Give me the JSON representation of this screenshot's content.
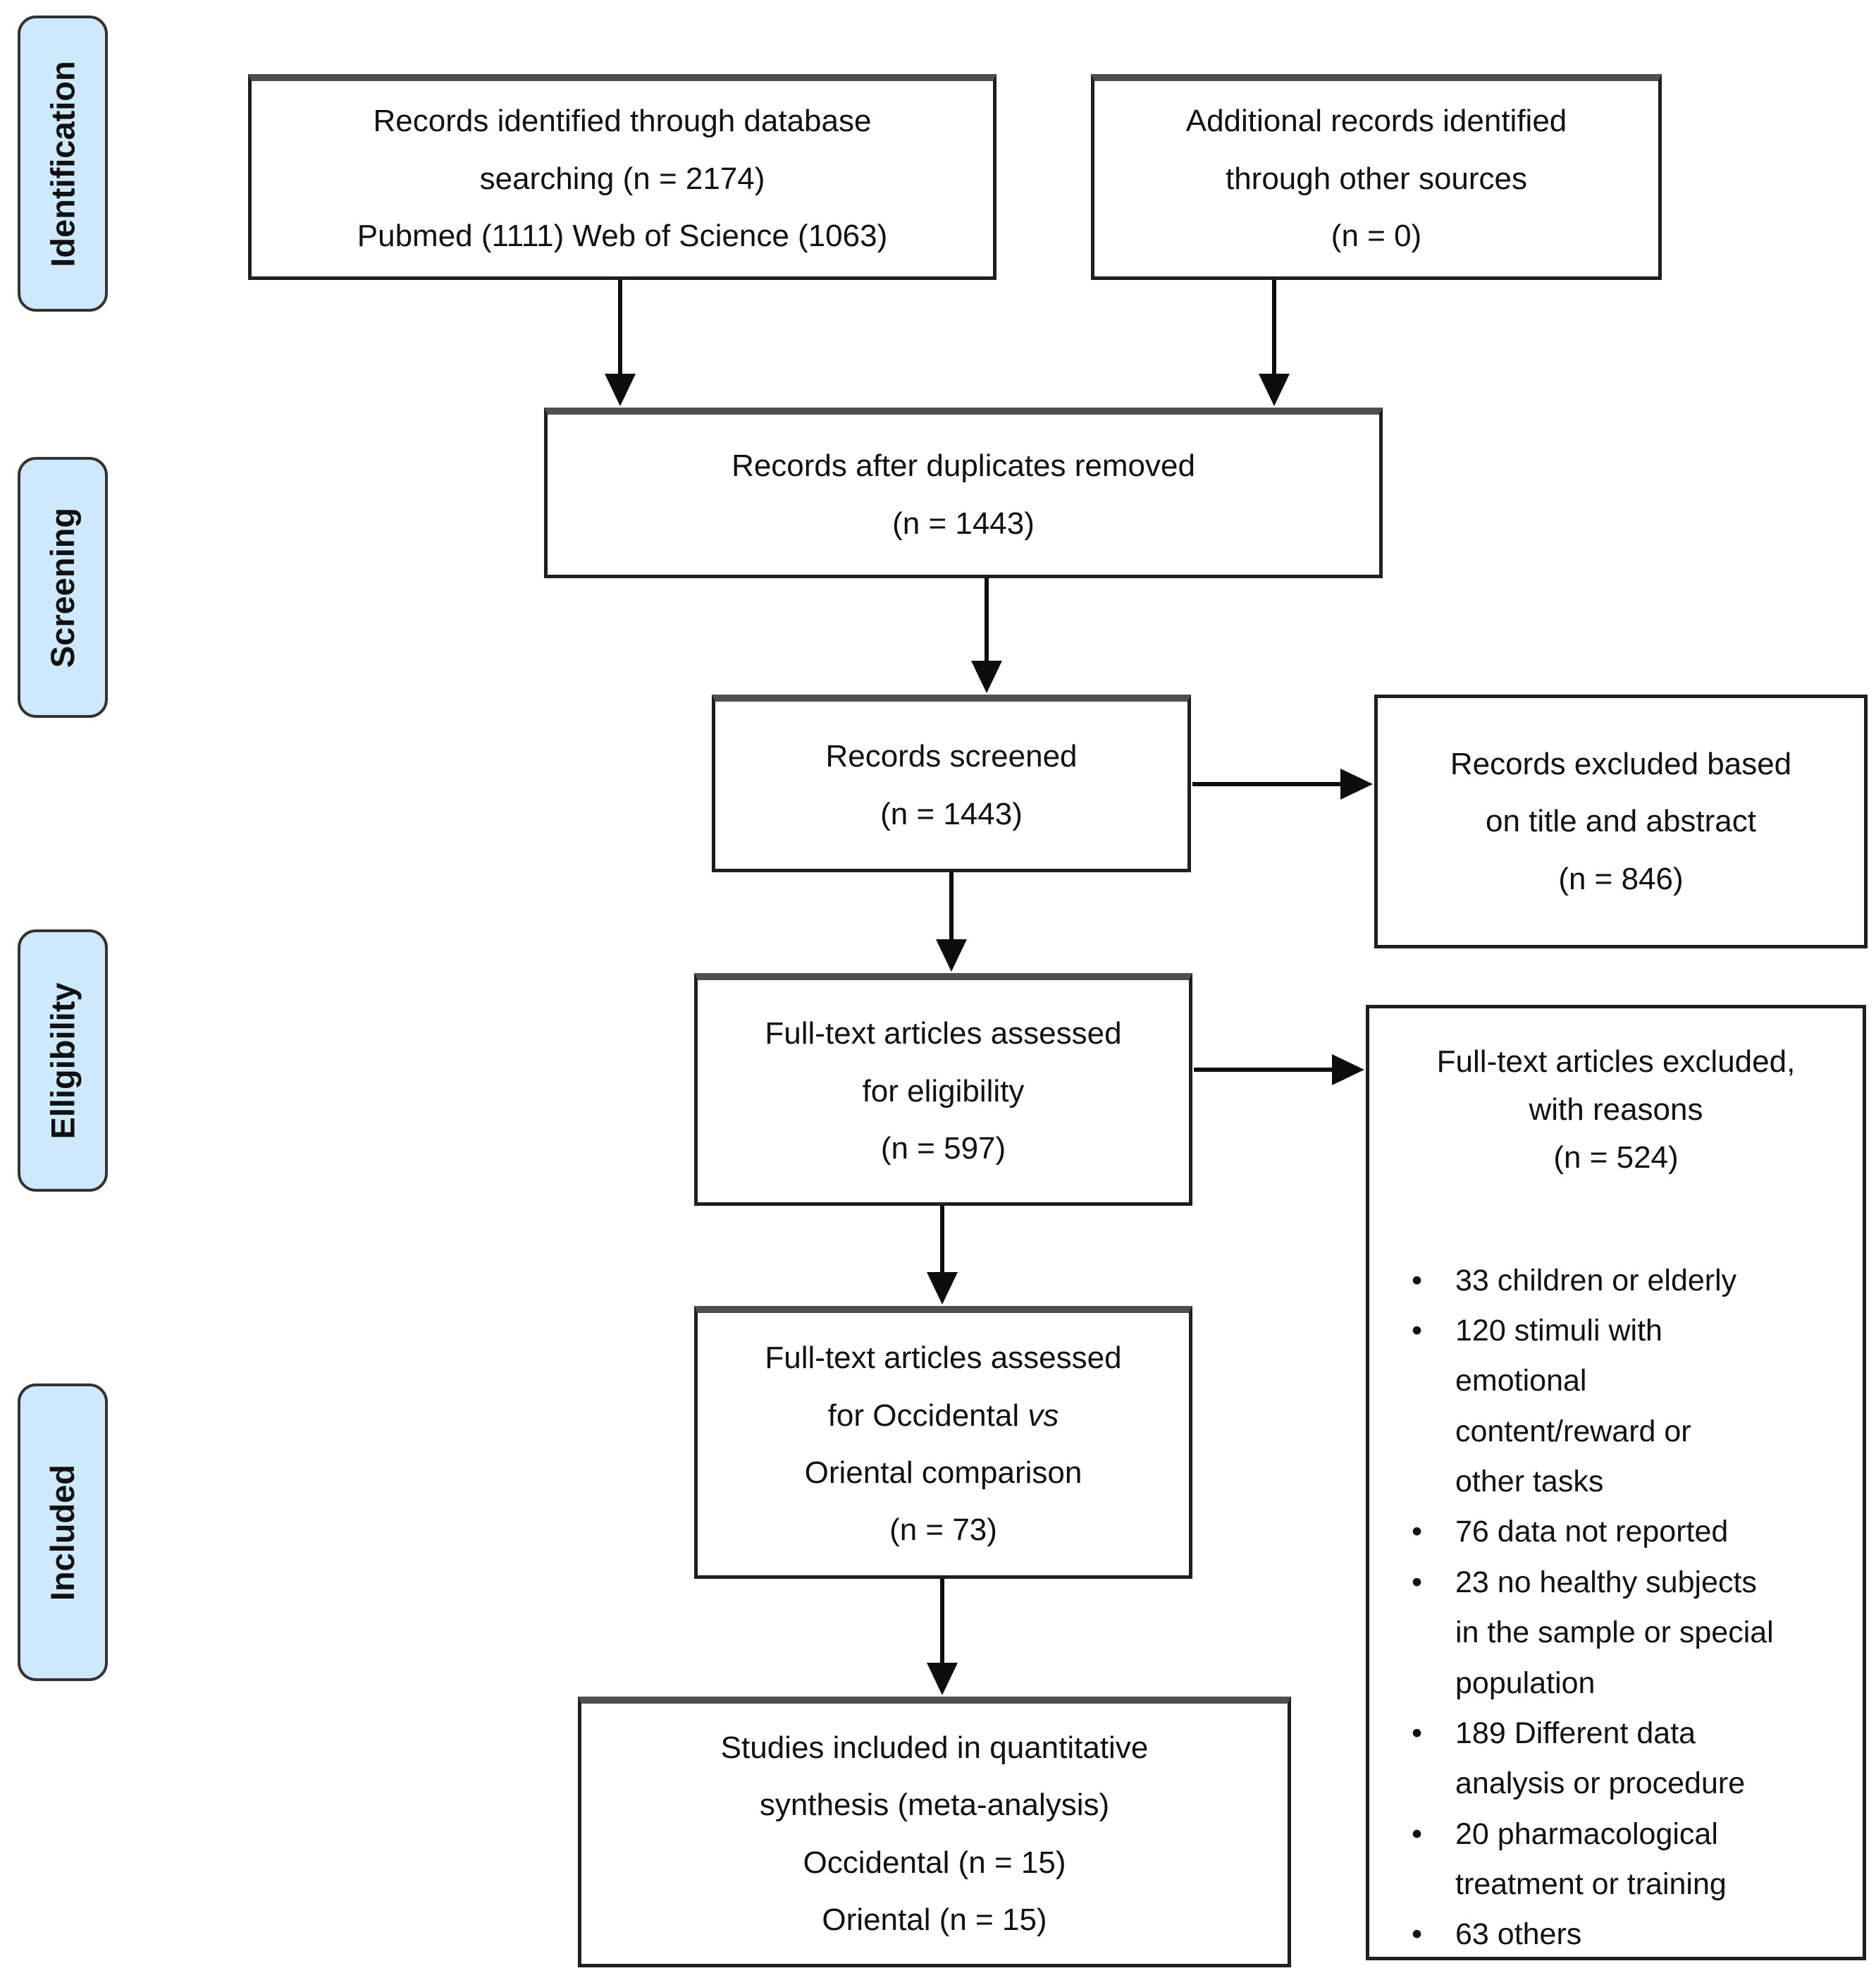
{
  "stages": {
    "identification": "Identification",
    "screening": "Screening",
    "eligibility": "Elligibility",
    "included": "Included"
  },
  "boxes": {
    "records_identified": {
      "lines": [
        "Records identified through database",
        "searching (n = 2174)",
        "Pubmed (1111) Web of Science (1063)"
      ]
    },
    "additional_records": {
      "lines": [
        "Additional records identified",
        "through other sources",
        "(n = 0)"
      ]
    },
    "duplicates_removed": {
      "lines": [
        "Records after duplicates removed",
        "(n = 1443)"
      ]
    },
    "records_screened": {
      "lines": [
        "Records screened",
        "(n = 1443)"
      ]
    },
    "records_excluded_title_abstract": {
      "lines": [
        "Records excluded based",
        "on title and abstract",
        "(n = 846)"
      ]
    },
    "fulltext_assessed_eligibility": {
      "lines": [
        "Full-text articles assessed",
        "for eligibility",
        "(n = 597)"
      ]
    },
    "fulltext_excluded": {
      "title_lines": [
        "Full-text articles excluded,",
        "with reasons",
        "(n = 524)"
      ],
      "reasons": [
        {
          "lines": [
            "33 children or elderly"
          ]
        },
        {
          "lines": [
            "120 stimuli with",
            "emotional",
            "content/reward or",
            "other tasks"
          ]
        },
        {
          "lines": [
            "76 data not reported"
          ]
        },
        {
          "lines": [
            "23 no healthy subjects",
            "in the sample or special",
            "population"
          ]
        },
        {
          "lines": [
            "189 Different data",
            "analysis or procedure"
          ]
        },
        {
          "lines": [
            "20 pharmacological",
            "treatment or training"
          ]
        },
        {
          "lines": [
            "63 others"
          ]
        }
      ]
    },
    "comparison_assessed": {
      "line1": "Full-text articles assessed",
      "line2_prefix": "for Occidental ",
      "line2_italic": "vs",
      "line3": "Oriental comparison",
      "line4": "(n = 73)"
    },
    "studies_included": {
      "lines": [
        "Studies included in quantitative",
        "synthesis (meta-analysis)",
        "Occidental (n = 15)",
        "Oriental (n = 15)"
      ]
    }
  },
  "glyphs": {
    "bullet": "•"
  },
  "colors": {
    "stage_fill": "#cfe9fc",
    "stage_border": "#333333",
    "box_border": "#1f1f1f",
    "box_top_edge": "#4f4f4f",
    "arrow": "#0d0d0d",
    "text": "#111111",
    "background": "#ffffff"
  }
}
